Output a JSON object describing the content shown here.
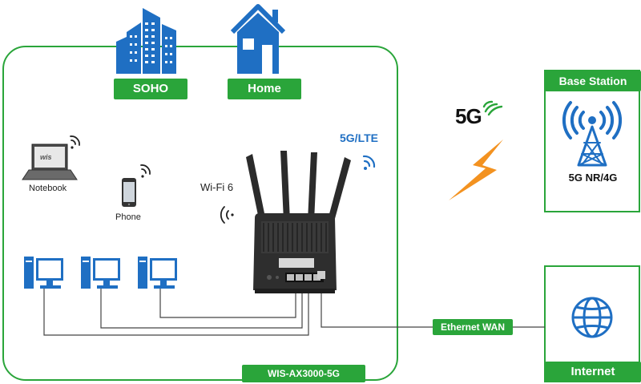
{
  "labels": {
    "soho": "SOHO",
    "home": "Home",
    "notebook": "Notebook",
    "phone": "Phone",
    "wifi6": "Wi-Fi 6",
    "lte": "5G/LTE",
    "five_g": "5G",
    "base_station": "Base Station",
    "nr": "5G NR/4G",
    "ethernet_wan": "Ethernet WAN",
    "internet": "Internet",
    "model": "WIS-AX3000-5G",
    "notebook_brand": "wis"
  },
  "colors": {
    "green": "#2aa53a",
    "blue": "#1f6fc3",
    "orange": "#f39220",
    "router": "#2b2b2b"
  },
  "icons": [
    "building-icon",
    "house-icon",
    "laptop-icon",
    "phone-icon",
    "desktop-icon",
    "router-icon",
    "cell-tower-icon",
    "globe-icon",
    "lightning-icon",
    "wifi-icon"
  ]
}
